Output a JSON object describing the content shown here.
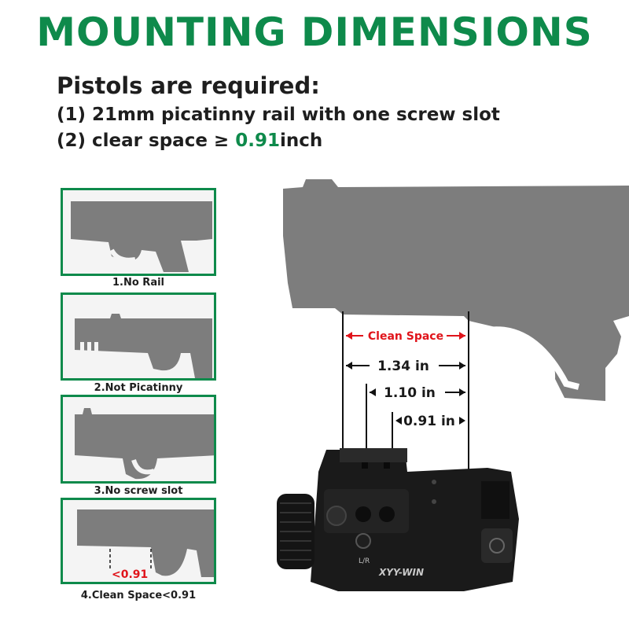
{
  "title": "MOUNTING DIMENSIONS",
  "requirements": {
    "heading": "Pistols are required:",
    "item1": "(1) 21mm picatinny rail with one screw slot",
    "item2_prefix": "(2) clear space ≥ ",
    "item2_value": "0.91",
    "item2_suffix": "inch"
  },
  "panels": [
    {
      "caption": "1.No Rail"
    },
    {
      "caption": "2.Not Picatinny"
    },
    {
      "caption": "3.No screw slot"
    },
    {
      "caption": "4.Clean Space<0.91",
      "marker": "<0.91"
    }
  ],
  "diagram": {
    "clean_space": "Clean Space",
    "dim1": "1.34 in",
    "dim2": "1.10 in",
    "dim3": "0.91 in"
  },
  "light": {
    "brand": "XYY-WIN",
    "switch_label": "L/R"
  },
  "colors": {
    "accent": "#0e8a4b",
    "alert": "#e0141b"
  }
}
